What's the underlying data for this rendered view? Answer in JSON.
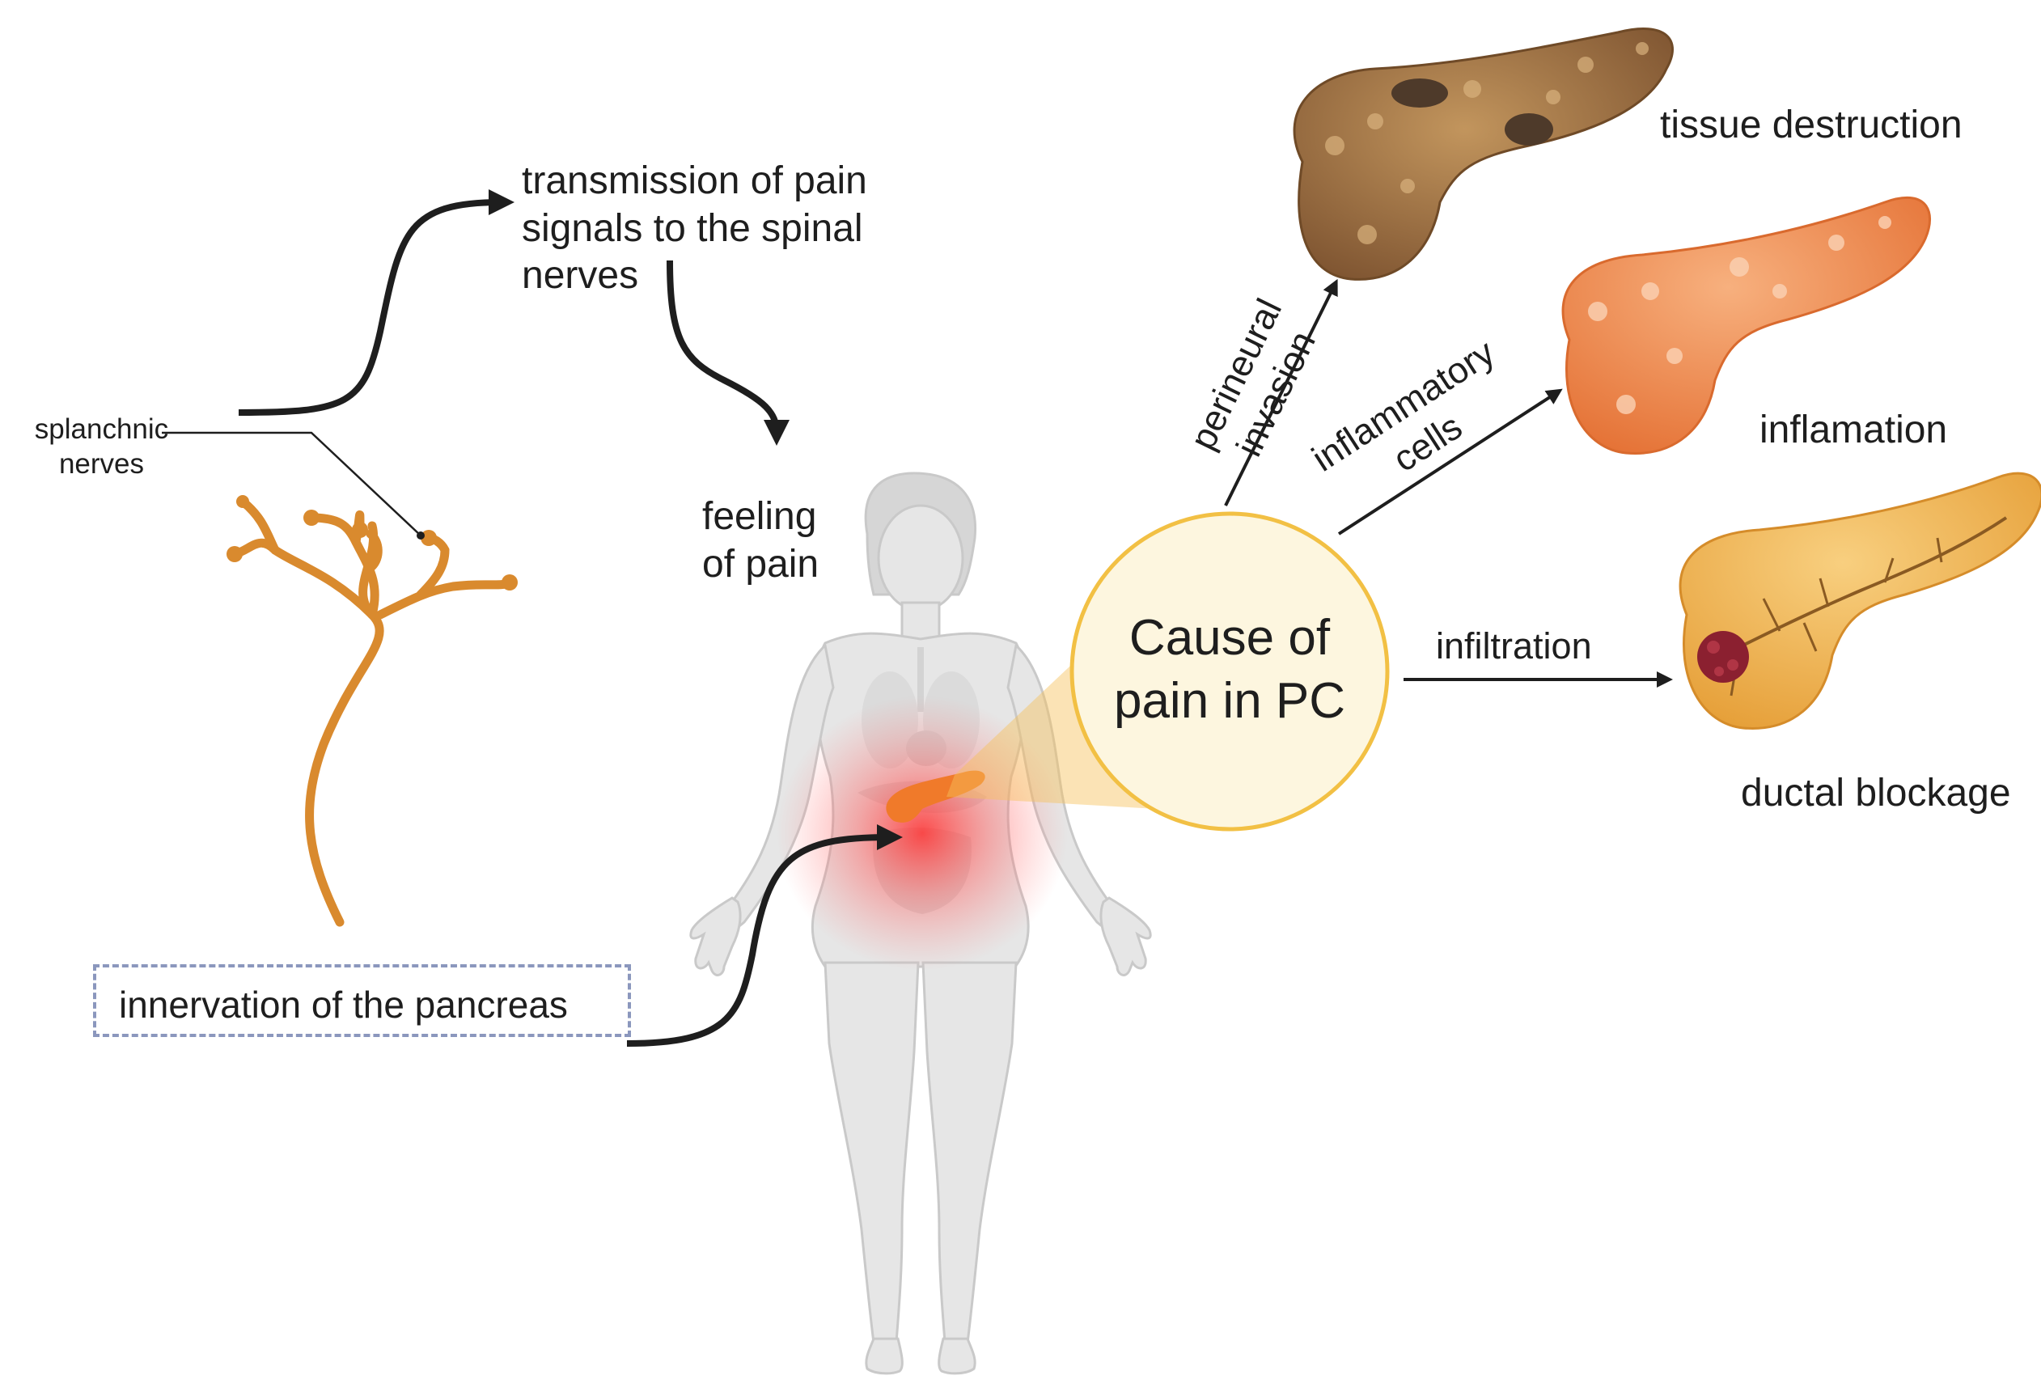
{
  "diagram": {
    "center_label": [
      "Cause of",
      "pain in PC"
    ],
    "pathway": {
      "transmission": [
        "transmission of pain",
        "signals to the spinal",
        "nerves"
      ],
      "feeling": [
        "feeling",
        "of pain"
      ],
      "splanchnic": [
        "splanchnic",
        "nerves"
      ],
      "innervation": "innervation of the pancreas"
    },
    "causes": [
      {
        "edge_label": [
          "perineural",
          "invasion"
        ],
        "outcome": "tissue destruction"
      },
      {
        "edge_label": [
          "inflammatory",
          "cells"
        ],
        "outcome": "inflamation"
      },
      {
        "edge_label": [
          "infiltration"
        ],
        "outcome": "ductal blockage"
      }
    ],
    "colors": {
      "arrow": "#1e1e1e",
      "nerve": "#d98a2e",
      "highlight_circle_fill": "#fdf6df",
      "highlight_circle_stroke": "#f2c044",
      "pain_glow": "#ff3b3b",
      "body": "#e6e6e6",
      "pancreas_destroyed": "#9a6a3a",
      "pancreas_inflamed": "#f08a4b",
      "pancreas_normal": "#f2b24c",
      "tumor": "#8b2030",
      "dashed_box_border": "#8b97bd"
    },
    "icons": [
      "nerve-icon",
      "human-body-icon",
      "pancreas-destroyed-icon",
      "pancreas-inflamed-icon",
      "pancreas-blocked-icon"
    ]
  }
}
